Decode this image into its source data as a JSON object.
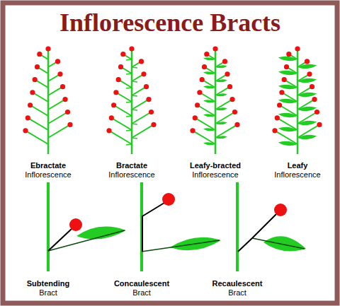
{
  "diagram": {
    "title": "Inflorescence Bracts",
    "labels": [
      "Ebractate",
      "Inflorescence",
      "Bractate",
      "Inflorescence",
      "Leafy-bracted",
      "Inflorescence",
      "Leafy",
      "Inflorescence",
      "Subtending",
      "Bract",
      "Concaulescent",
      "Bract",
      "Recaulescent",
      "Bract"
    ]
  }
}
